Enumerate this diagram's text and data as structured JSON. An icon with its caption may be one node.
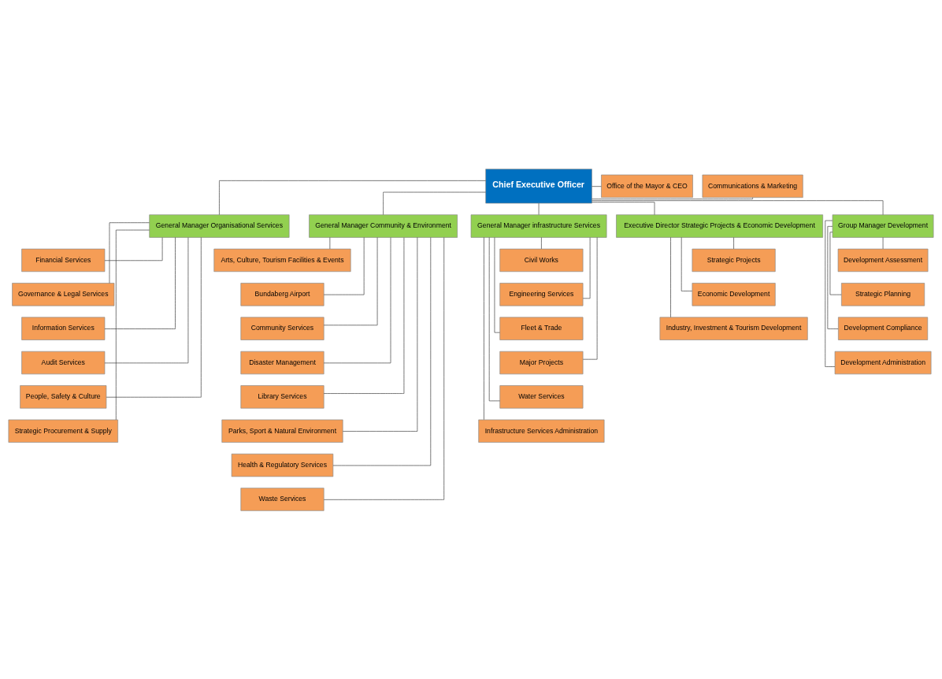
{
  "diagram": {
    "nodes": [
      {
        "text": [
          "Chief Executive Officer"
        ]
      },
      {
        "text": [
          "Office of the Mayor & CEO"
        ]
      },
      {
        "text": [
          "Communications & Marketing"
        ]
      },
      {
        "text": [
          "General Manager Organisational Services"
        ]
      },
      {
        "text": [
          "General Manager Community & Environment"
        ]
      },
      {
        "text": [
          "General Manager infrastructure Services"
        ]
      },
      {
        "text": [
          "Executive Director Strategic Projects & Economic Development"
        ]
      },
      {
        "text": [
          "Group Manager Development"
        ]
      },
      {
        "text": [
          "Financial Services"
        ]
      },
      {
        "text": [
          "Governance & Legal Services"
        ]
      },
      {
        "text": [
          "Information Services"
        ]
      },
      {
        "text": [
          "Audit Services"
        ]
      },
      {
        "text": [
          "People, Safety & Culture"
        ]
      },
      {
        "text": [
          "Strategic Procurement & Supply"
        ]
      },
      {
        "text": [
          "Arts, Culture, Tourism Facilities & Events"
        ]
      },
      {
        "text": [
          "Bundaberg Airport"
        ]
      },
      {
        "text": [
          "Community Services"
        ]
      },
      {
        "text": [
          "Disaster Management"
        ]
      },
      {
        "text": [
          "Library Services"
        ]
      },
      {
        "text": [
          "Parks, Sport & Natural Environment"
        ]
      },
      {
        "text": [
          "Health & Regulatory Services"
        ]
      },
      {
        "text": [
          "Waste Services"
        ]
      },
      {
        "text": [
          "Civil Works"
        ]
      },
      {
        "text": [
          "Engineering Services"
        ]
      },
      {
        "text": [
          "Fleet & Trade"
        ]
      },
      {
        "text": [
          "Major Projects"
        ]
      },
      {
        "text": [
          "Water Services"
        ]
      },
      {
        "text": [
          "Infrastructure Services Administration"
        ]
      },
      {
        "text": [
          "Strategic Projects"
        ]
      },
      {
        "text": [
          "Economic Development"
        ]
      },
      {
        "text": [
          "Industry, Investment & Tourism Development"
        ]
      },
      {
        "text": [
          "Development Assessment"
        ]
      },
      {
        "text": [
          "Strategic Planning"
        ]
      },
      {
        "text": [
          "Development Compliance"
        ]
      },
      {
        "text": [
          "Development Administration"
        ]
      }
    ],
    "edges": [
      {
        "from": 0,
        "to": 1,
        "arrow": "none"
      },
      {
        "from": 0,
        "to": 2,
        "arrow": "none"
      },
      {
        "from": 0,
        "to": 3,
        "arrow": "none"
      },
      {
        "from": 0,
        "to": 4,
        "arrow": "none"
      },
      {
        "from": 0,
        "to": 5,
        "arrow": "none"
      },
      {
        "from": 0,
        "to": 6,
        "arrow": "none"
      },
      {
        "from": 0,
        "to": 7,
        "arrow": "none"
      },
      {
        "from": 3,
        "to": 8,
        "arrow": "none"
      },
      {
        "from": 3,
        "to": 9,
        "arrow": "none"
      },
      {
        "from": 3,
        "to": 10,
        "arrow": "none"
      },
      {
        "from": 3,
        "to": 11,
        "arrow": "none"
      },
      {
        "from": 3,
        "to": 12,
        "arrow": "none"
      },
      {
        "from": 3,
        "to": 13,
        "arrow": "none"
      },
      {
        "from": 4,
        "to": 14,
        "arrow": "none"
      },
      {
        "from": 4,
        "to": 15,
        "arrow": "none"
      },
      {
        "from": 4,
        "to": 16,
        "arrow": "none"
      },
      {
        "from": 4,
        "to": 17,
        "arrow": "none"
      },
      {
        "from": 4,
        "to": 18,
        "arrow": "none"
      },
      {
        "from": 4,
        "to": 19,
        "arrow": "none"
      },
      {
        "from": 4,
        "to": 20,
        "arrow": "none"
      },
      {
        "from": 4,
        "to": 21,
        "arrow": "none"
      },
      {
        "from": 5,
        "to": 22,
        "arrow": "none"
      },
      {
        "from": 5,
        "to": 23,
        "arrow": "none"
      },
      {
        "from": 5,
        "to": 24,
        "arrow": "none"
      },
      {
        "from": 5,
        "to": 25,
        "arrow": "none"
      },
      {
        "from": 5,
        "to": 26,
        "arrow": "none"
      },
      {
        "from": 5,
        "to": 27,
        "arrow": "none"
      },
      {
        "from": 6,
        "to": 28,
        "arrow": "none"
      },
      {
        "from": 6,
        "to": 29,
        "arrow": "none"
      },
      {
        "from": 6,
        "to": 30,
        "arrow": "none"
      },
      {
        "from": 7,
        "to": 31,
        "arrow": "none"
      },
      {
        "from": 7,
        "to": 32,
        "arrow": "none"
      },
      {
        "from": 7,
        "to": 33,
        "arrow": "none"
      },
      {
        "from": 7,
        "to": 34,
        "arrow": "none"
      }
    ]
  }
}
